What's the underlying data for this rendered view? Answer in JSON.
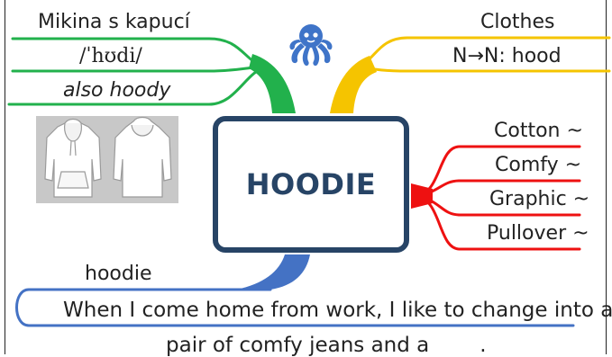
{
  "central": {
    "label": "HOODIE"
  },
  "left_branch": {
    "items": [
      "Mikina s kapucí",
      "/ˈhʊdi/",
      "also hoody"
    ]
  },
  "right_top_branch": {
    "items": [
      "Clothes",
      "N→N: hood"
    ]
  },
  "right_branch": {
    "items": [
      "Cotton ~",
      "Comfy ~",
      "Graphic ~",
      "Pullover ~"
    ]
  },
  "bottom_branch": {
    "label": "hoodie",
    "sentence_line1": "When I come home from work, I like to change into a",
    "sentence_line2": "pair of comfy jeans and a",
    "sentence_end": "."
  },
  "image": {
    "alt": "hoodie front and back drawing"
  },
  "icon": "octopus-icon",
  "colors": {
    "green": "#22b14c",
    "yellow": "#f5c400",
    "red": "#ee1111",
    "blue": "#4472c4",
    "navy": "#274466",
    "octopus": "#3f74c8"
  }
}
